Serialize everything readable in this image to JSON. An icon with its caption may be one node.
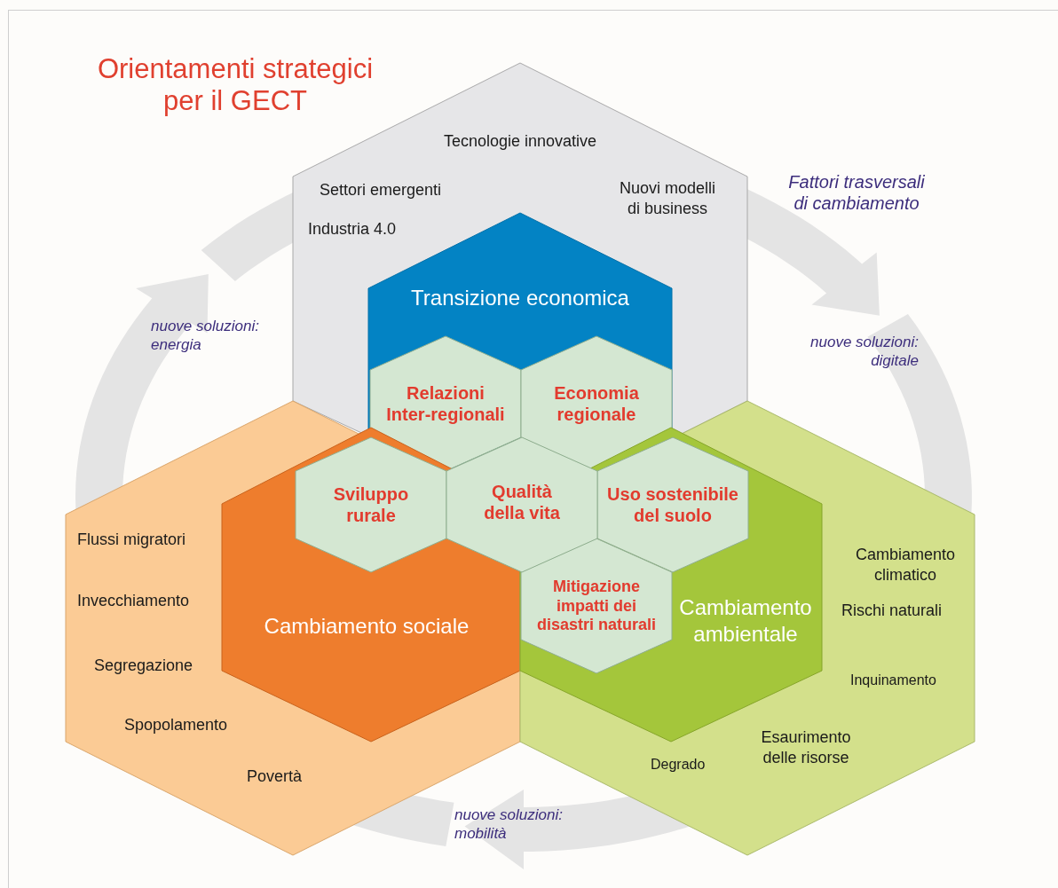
{
  "diagram": {
    "title": "Orientamenti strategici per il GECT",
    "nodes": [
      {
        "text": [
          "Tecnologie innovative",
          "Settori emergenti",
          "Nuovi modelli di business",
          "Industria 4.0"
        ]
      },
      {
        "text": [
          "Transizione economica"
        ],
        "in": 0
      },
      {
        "text": [
          "Relazioni Inter-regionali"
        ],
        "in": 1
      },
      {
        "text": [
          "Economia regionale"
        ],
        "in": 1
      },
      {
        "text": [
          "Sviluppo rurale"
        ],
        "in": 9
      },
      {
        "text": [
          "Qualità della vita"
        ]
      },
      {
        "text": [
          "Uso sostenibile del suolo"
        ],
        "in": 11
      },
      {
        "text": [
          "Mitigazione impatti dei disastri naturali"
        ],
        "in": 11
      },
      {
        "text": [
          "Flussi migratori",
          "Invecchiamento",
          "Segregazione",
          "Spopolamento",
          "Povertà"
        ]
      },
      {
        "text": [
          "Cambiamento sociale"
        ],
        "in": 8
      },
      {
        "text": [
          "Cambiamento climatico",
          "Rischi naturali",
          "Inquinamento",
          "Esaurimento delle risorse",
          "Degrado"
        ]
      },
      {
        "text": [
          "Cambiamento ambientale"
        ],
        "in": 10
      }
    ],
    "labels": [
      "Fattori trasversali di cambiamento",
      "nuove soluzioni: energia",
      "nuove soluzioni: digitale",
      "nuove soluzioni: mobilità"
    ]
  }
}
